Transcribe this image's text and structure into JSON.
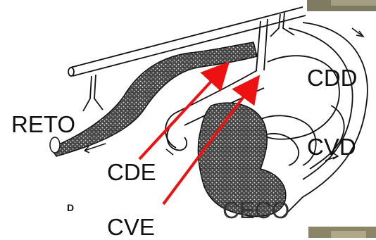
{
  "labels": {
    "reto": "RETO",
    "cdd": "CDD",
    "cvd": "CVD",
    "cde": "CDE",
    "cve": "CVE",
    "ceco": "CECO",
    "d": "D"
  },
  "colors": {
    "arrow": "#ee1111",
    "ink": "#111111",
    "stipple": "#2a2a2a",
    "photo_corner": "#8a8468"
  }
}
